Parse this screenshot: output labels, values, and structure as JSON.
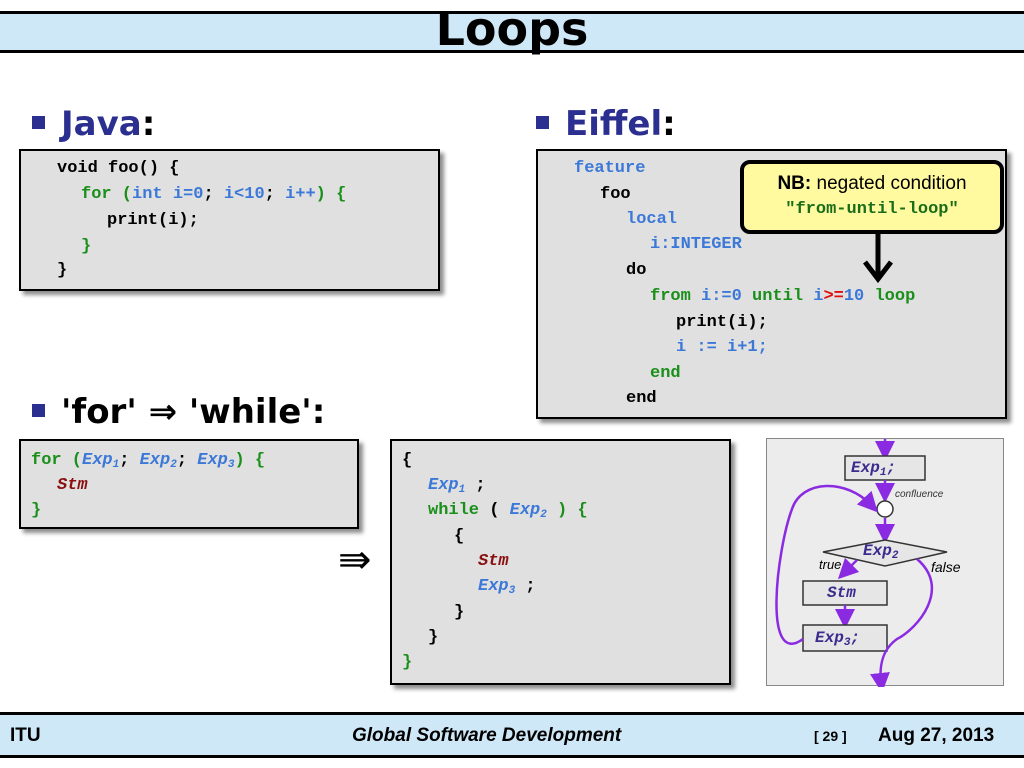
{
  "slide": {
    "title": "Loops",
    "bullets": {
      "java_label": "Java",
      "eiffel_label": "Eiffel",
      "colon": ":",
      "for_while_label": "'for' ⇒ 'while':"
    }
  },
  "java_code": {
    "line1": "void foo() {",
    "line2_for": "for (",
    "line2_int": "int i=0",
    "line2_semi1": "; ",
    "line2_cond": "i<10",
    "line2_semi2": "; ",
    "line2_inc": "i++",
    "line2_close": ") {",
    "line3": "print(i);",
    "line4": "}",
    "line5": "}"
  },
  "eiffel_code": {
    "line1": "feature",
    "line2": "foo",
    "line3": "local",
    "line4": "i:INTEGER",
    "line5": "do",
    "line6_from": "from",
    "line6_init": "i:=0",
    "line6_until": "until",
    "line6_i": "i",
    "line6_ge": ">=",
    "line6_ten": "10",
    "line6_loop": "loop",
    "line7": "print(i);",
    "line8": "i := i+1;",
    "line9": "end",
    "line10": "end"
  },
  "nb_note": {
    "nb": "NB:",
    "text": " negated condition",
    "code": "\"from-until-loop\""
  },
  "for_code": {
    "for_kw": "for (",
    "exp": "Exp",
    "s1": "1",
    "s2": "2",
    "s3": "3",
    "semi": "; ",
    "close": ") {",
    "stm": "Stm",
    "end": "}"
  },
  "implies": "⇛",
  "while_code": {
    "open": "{",
    "exp": "Exp",
    "s1": "1",
    "s2": "2",
    "s3": "3",
    "semi": " ;",
    "while_kw": "while",
    "paren_open": " ( ",
    "paren_close": " ) {",
    "inner_open": "{",
    "stm": "Stm",
    "inner_close": "}",
    "close1": "}",
    "close2": "}"
  },
  "flowchart": {
    "exp1": "Exp",
    "exp1_sub": "1",
    "exp1_semi": ";",
    "confluence": "confluence",
    "exp2": "Exp",
    "exp2_sub": "2",
    "true_label": "true",
    "false_label": "false",
    "stm": "Stm",
    "exp3": "Exp",
    "exp3_sub": "3",
    "exp3_semi": ";"
  },
  "footer": {
    "left": "ITU",
    "center": "Global Software Development",
    "page": "[ 29 ]",
    "date": "Aug 27, 2013"
  }
}
